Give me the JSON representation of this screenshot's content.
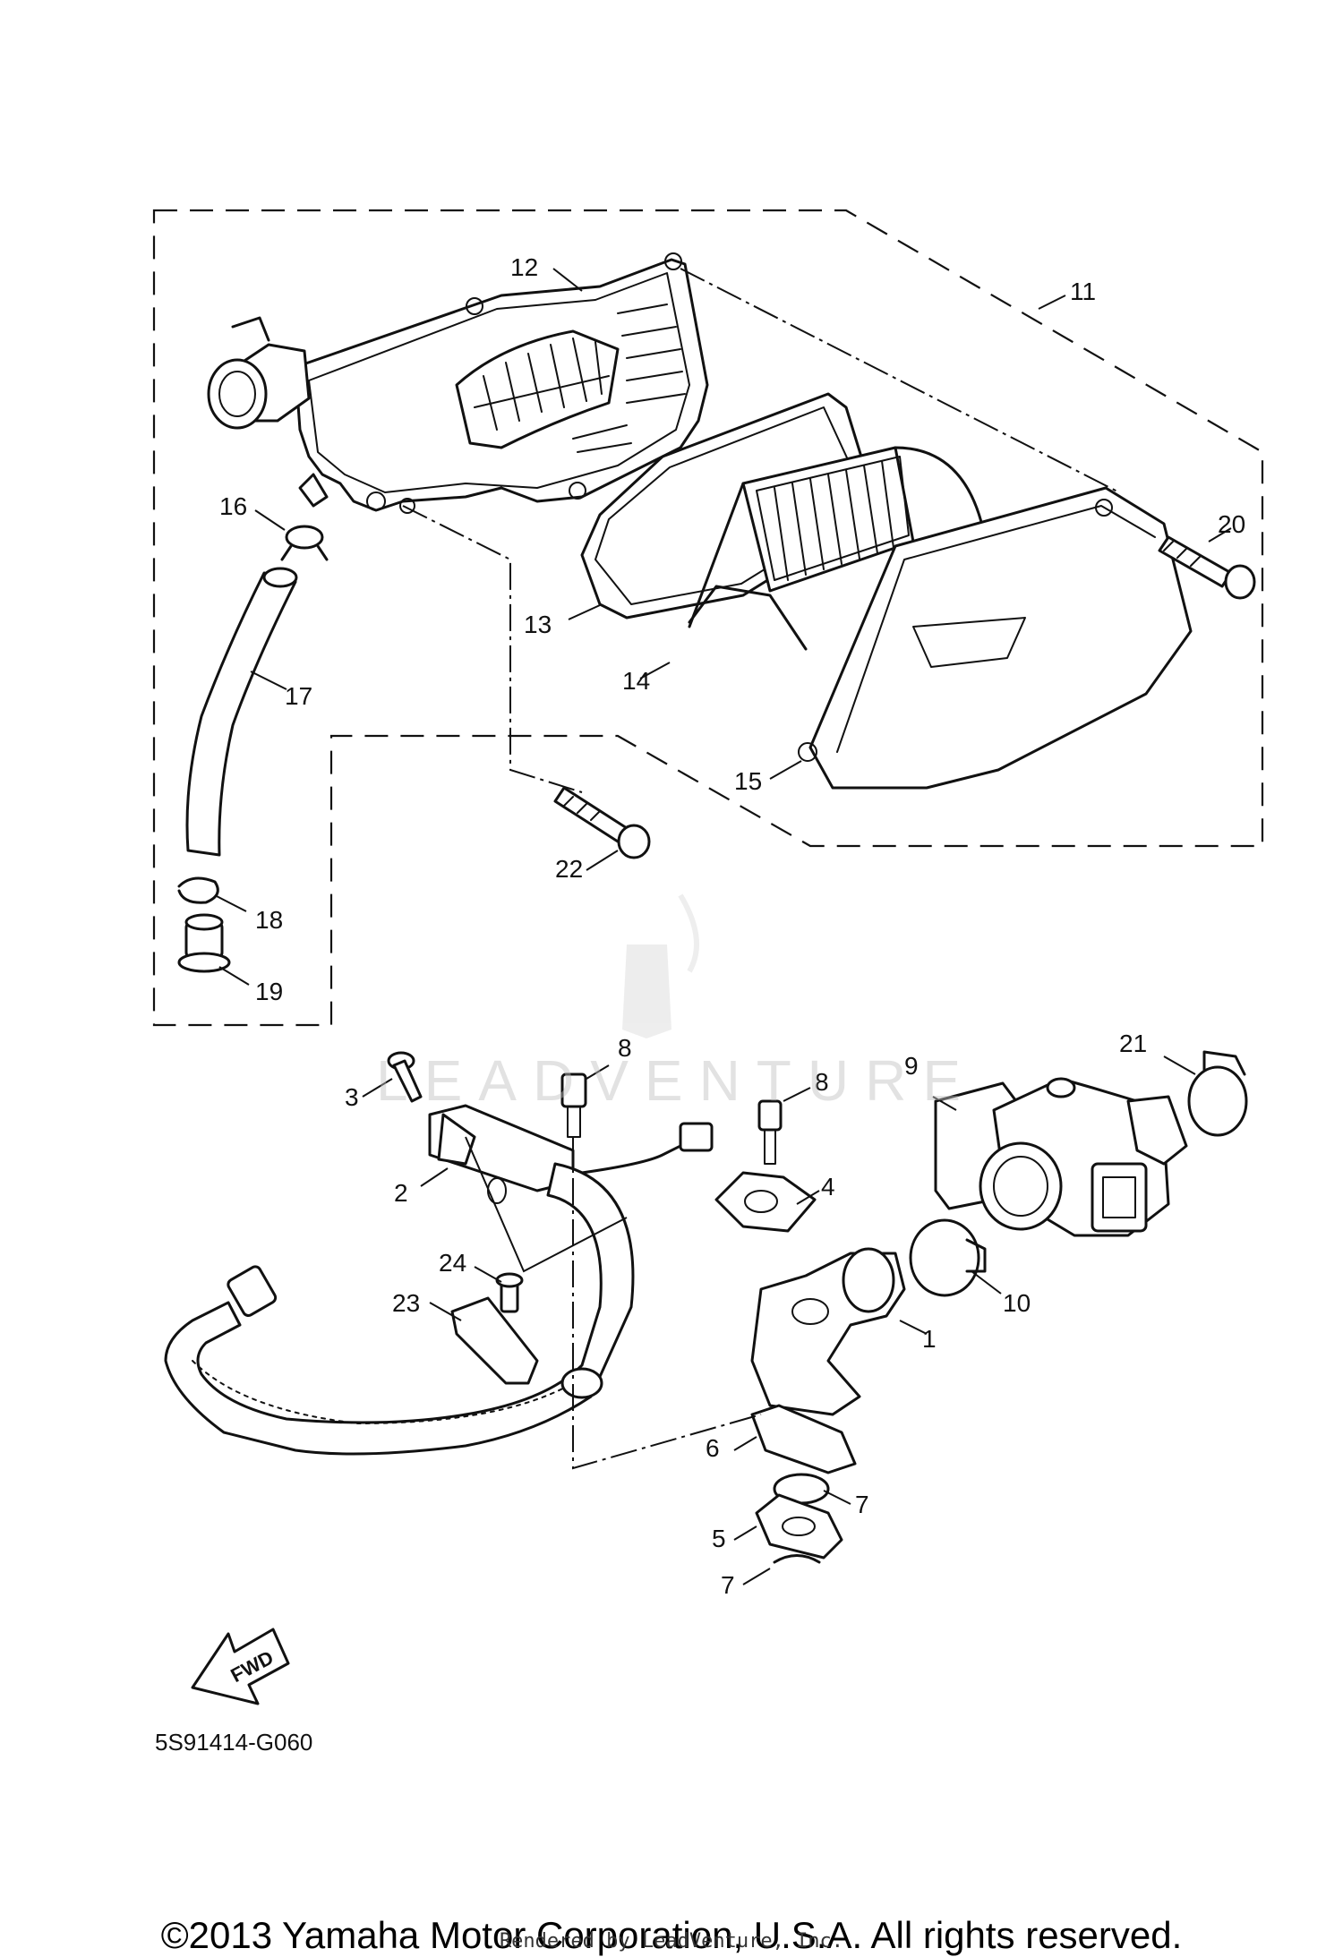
{
  "diagram_code": "5S91414-G060",
  "copyright": "©2013 Yamaha Motor Corporation, U.S.A. All rights reserved.",
  "rendered_by": "Rendered by LeadVenture, Inc.",
  "watermark": "LEADVENTURE",
  "fwd_label": "FWD",
  "callouts": [
    "1",
    "2",
    "3",
    "4",
    "5",
    "6",
    "7",
    "7",
    "8",
    "8",
    "9",
    "10",
    "11",
    "12",
    "13",
    "14",
    "15",
    "16",
    "17",
    "18",
    "19",
    "20",
    "21",
    "22",
    "23",
    "24"
  ]
}
